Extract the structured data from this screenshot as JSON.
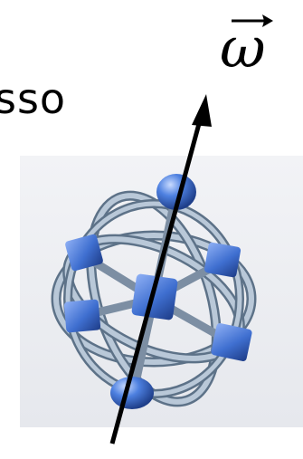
{
  "label_text": "sso",
  "omega_symbol": "ω",
  "colors": {
    "ring": "#9fb3c8",
    "ring_dark": "#5d7288",
    "cube": "#3f6fd0",
    "sphere": "#4d80e0",
    "background_panel": "#eef0f4",
    "axis": "#000000"
  },
  "icons": [
    "gyroscope-figure",
    "rotation-axis-arrow",
    "vector-arrow"
  ]
}
